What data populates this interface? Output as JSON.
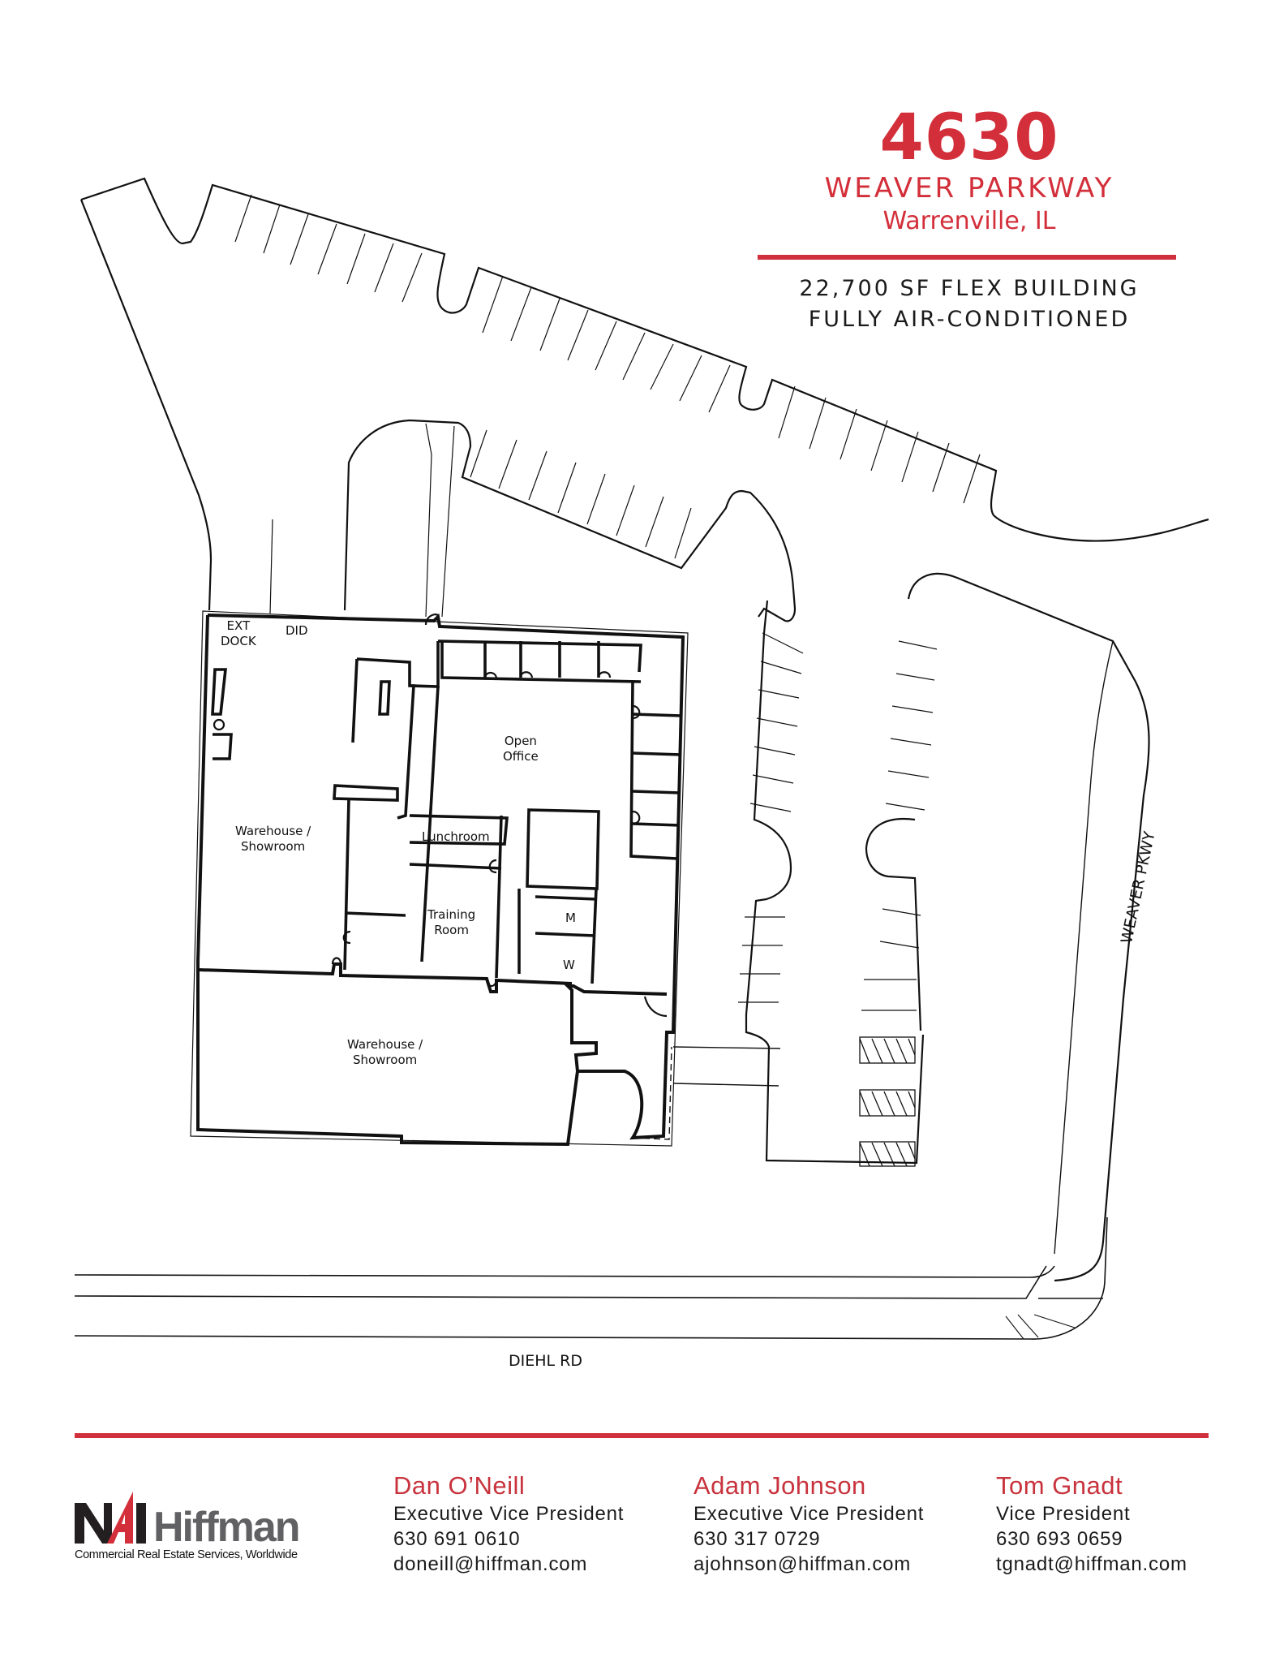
{
  "header": {
    "number": "4630",
    "street": "WEAVER PARKWAY",
    "city": "Warrenville, IL",
    "features": [
      "22,700 SF FLEX BUILDING",
      "FULLY AIR-CONDITIONED"
    ]
  },
  "colors": {
    "accent_red": "#d0303c",
    "line": "#111111",
    "logo_gray": "#616163",
    "logo_black": "#231f20"
  },
  "site_plan": {
    "rooms": {
      "ext_dock": [
        "EXT",
        "DOCK"
      ],
      "did": "DID",
      "open_office": [
        "Open",
        "Office"
      ],
      "warehouse_upper": [
        "Warehouse /",
        "Showroom"
      ],
      "lunchroom": "Lunchroom",
      "training_room": [
        "Training",
        "Room"
      ],
      "mens_restroom": "M",
      "womens_restroom": "W",
      "warehouse_lower": [
        "Warehouse /",
        "Showroom"
      ]
    },
    "roads": {
      "east": "WEAVER PKWY",
      "south": "DIEHL RD"
    }
  },
  "footer": {
    "logo": {
      "wordmark_nai": "NAI",
      "wordmark_name": "Hiffman",
      "tagline": "Commercial Real Estate Services, Worldwide"
    },
    "contacts": [
      {
        "name": "Dan O’Neill",
        "title": "Executive Vice President",
        "phone": "630 691 0610",
        "email": "doneill@hiffman.com"
      },
      {
        "name": "Adam Johnson",
        "title": "Executive Vice President",
        "phone": "630 317 0729",
        "email": "ajohnson@hiffman.com"
      },
      {
        "name": "Tom Gnadt",
        "title": "Vice President",
        "phone": "630 693 0659",
        "email": "tgnadt@hiffman.com"
      }
    ]
  }
}
